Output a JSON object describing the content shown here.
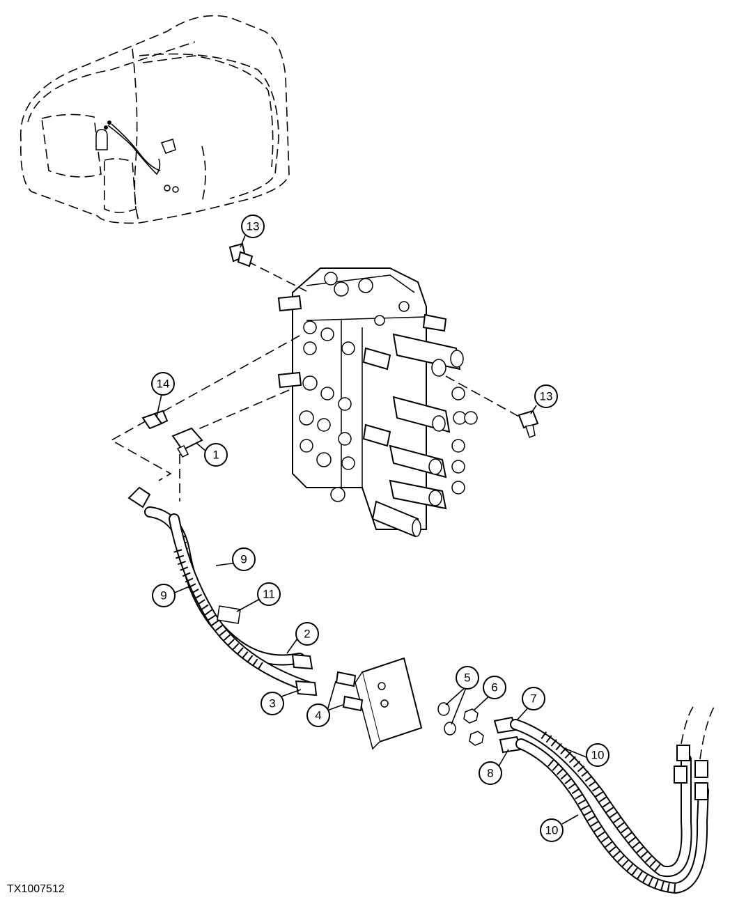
{
  "drawing_id": "TX1007512",
  "callouts": [
    "1",
    "2",
    "3",
    "4",
    "5",
    "6",
    "7",
    "8",
    "9",
    "9",
    "10",
    "10",
    "11",
    "13",
    "13",
    "14"
  ]
}
